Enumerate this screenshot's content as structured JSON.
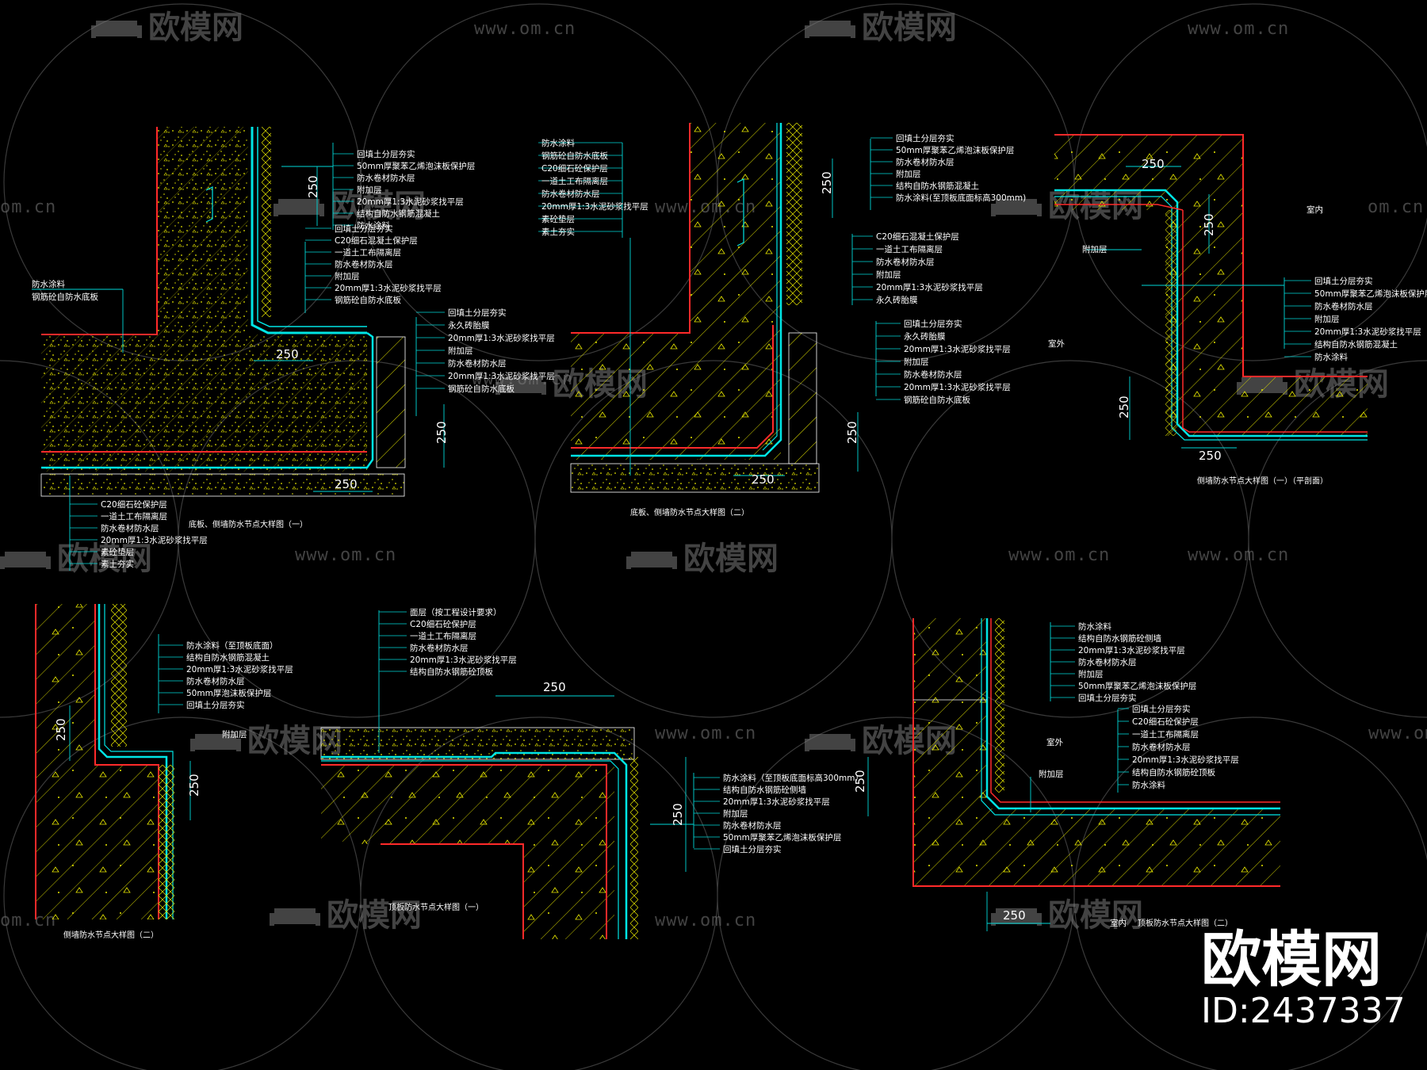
{
  "colors": {
    "background": "#000000",
    "concrete_line": "#ff2a2a",
    "membrane": "#00e5e5",
    "leader": "#00d8d8",
    "hatch": "#e8e800",
    "text": "#ffffff",
    "watermark": "#7a7a7a"
  },
  "watermark": {
    "cn": "欧模网",
    "url": "www.om.cn",
    "url_short": "om.cn",
    "cn_partial": "模网",
    "icon": "sofa-icon"
  },
  "brand": {
    "name": "欧模网",
    "id": "ID:2437337"
  },
  "details": {
    "d1": {
      "title": "底板、侧墙防水节点大样图（一）",
      "labels_top": [
        "回填土分层夯实",
        "50mm厚聚苯乙烯泡沫板保护层",
        "防水卷材防水层",
        "附加层",
        "20mm厚1:3水泥砂浆找平层",
        "结构自防水钢筋混凝土",
        "防水涂料"
      ],
      "labels_mid": [
        "回填土分层夯实",
        "C20细石混凝土保护层",
        "一道土工布隔离层",
        "防水卷材防水层",
        "附加层",
        "20mm厚1:3水泥砂浆找平层",
        "钢筋砼自防水底板"
      ],
      "labels_left": [
        "防水涂料",
        "钢筋砼自防水底板"
      ],
      "labels_right": [
        "回填土分层夯实",
        "永久砖胎膜",
        "20mm厚1:3水泥砂浆找平层",
        "附加层",
        "防水卷材防水层",
        "20mm厚1:3水泥砂浆找平层",
        "钢筋砼自防水底板"
      ],
      "labels_bottom": [
        "C20细石砼保护层",
        "一道土工布隔离层",
        "防水卷材防水层",
        "20mm厚1:3水泥砂浆找平层",
        "素砼垫层",
        "素土夯实"
      ],
      "dims": [
        "250",
        "250",
        "250",
        "250"
      ]
    },
    "d2": {
      "title": "底板、侧墙防水节点大样图（二）",
      "labels_left": [
        "防水涂料",
        "钢筋砼自防水底板",
        "C20细石砼保护层",
        "一道土工布隔离层",
        "防水卷材防水层",
        "20mm厚1:3水泥砂浆找平层",
        "素砼垫层",
        "素土夯实"
      ],
      "labels_top": [
        "回填土分层夯实",
        "50mm厚聚苯乙烯泡沫板保护层",
        "防水卷材防水层",
        "附加层",
        "结构自防水钢筋混凝土",
        "防水涂料(至顶板底面标高300mm)"
      ],
      "labels_mid": [
        "C20细石混凝土保护层",
        "一道土工布隔离层",
        "防水卷材防水层",
        "附加层",
        "20mm厚1:3水泥砂浆找平层",
        "永久砖胎膜"
      ],
      "labels_right": [
        "回填土分层夯实",
        "永久砖胎膜",
        "20mm厚1:3水泥砂浆找平层",
        "附加层",
        "防水卷材防水层",
        "20mm厚1:3水泥砂浆找平层",
        "钢筋砼自防水底板"
      ],
      "dims": [
        "250",
        "250",
        "250"
      ]
    },
    "d3": {
      "title": "侧墙防水节点大样图（一）（平剖面）",
      "room_in": "室内",
      "room_out": "室外",
      "extra": "附加层",
      "labels": [
        "回填土分层夯实",
        "50mm厚聚苯乙烯泡沫板保护层",
        "防水卷材防水层",
        "附加层",
        "20mm厚1:3水泥砂浆找平层",
        "结构自防水钢筋混凝土",
        "防水涂料"
      ],
      "dims": [
        "250",
        "250",
        "250",
        "250"
      ]
    },
    "d4": {
      "title": "侧墙防水节点大样图（二）",
      "labels": [
        "防水涂料（至顶板底面）",
        "结构自防水钢筋混凝土",
        "20mm厚1:3水泥砂浆找平层",
        "防水卷材防水层",
        "50mm厚泡沫板保护层",
        "回填土分层夯实"
      ],
      "extra": "附加层",
      "dims": [
        "250",
        "250"
      ]
    },
    "d5": {
      "title": "顶板防水节点大样图（一）",
      "labels_top": [
        "面层（按工程设计要求）",
        "C20细石砼保护层",
        "一道土工布隔离层",
        "防水卷材防水层",
        "20mm厚1:3水泥砂浆找平层",
        "结构自防水钢筋砼顶板"
      ],
      "labels_right": [
        "防水涂料（至顶板底面标高300mm）",
        "结构自防水钢筋砼侧墙",
        "20mm厚1:3水泥砂浆找平层",
        "附加层",
        "防水卷材防水层",
        "50mm厚聚苯乙烯泡沫板保护层",
        "回填土分层夯实"
      ],
      "dims": [
        "250",
        "250"
      ]
    },
    "d6": {
      "title": "顶板防水节点大样图（二）",
      "room_out": "室外",
      "room_in": "室内",
      "extra": "附加层",
      "labels_top": [
        "防水涂料",
        "结构自防水钢筋砼侧墙",
        "20mm厚1:3水泥砂浆找平层",
        "防水卷材防水层",
        "附加层",
        "50mm厚聚苯乙烯泡沫板保护层",
        "回填土分层夯实"
      ],
      "labels_mid": [
        "回填土分层夯实",
        "C20细石砼保护层",
        "一道土工布隔离层",
        "防水卷材防水层",
        "20mm厚1:3水泥砂浆找平层",
        "结构自防水钢筋砼顶板",
        "防水涂料"
      ],
      "dims": [
        "250",
        "250"
      ]
    }
  }
}
